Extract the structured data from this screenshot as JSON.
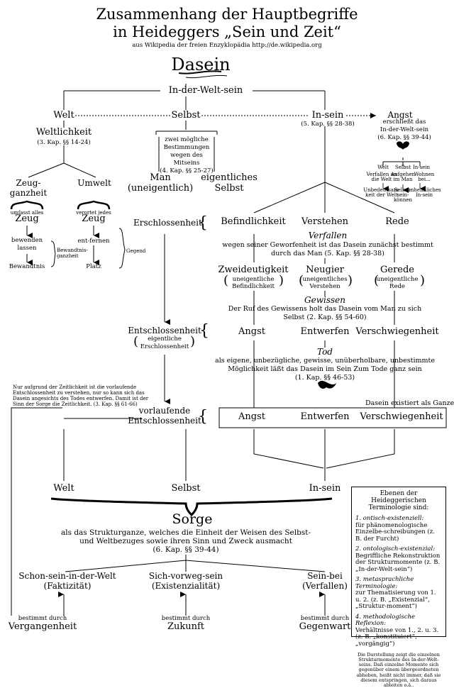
{
  "header": {
    "title_line1": "Zusammenhang der Hauptbegriffe",
    "title_line2": "in Heideggers „Sein und Zeit“",
    "source": "aus Wikipedia der freien Enzyklopädia http://de.wikipedia.org"
  },
  "top": {
    "dasein": "Dasein",
    "in_der_welt_sein": "In-der-Welt-sein"
  },
  "welt_branch": {
    "welt": "Welt",
    "weltlichkeit": "Weltlichkeit",
    "weltlichkeit_ref": "(3. Kap. §§ 14-24)",
    "zeug_ganzheit_1": "Zeug-",
    "zeug_ganzheit_2": "ganzheit",
    "umwelt": "Umwelt",
    "umfasst_alles": "umfasst alles",
    "vortritt_jedes": "verortet jedes",
    "zeug_left": "Zeug",
    "zeug_right": "Zeug",
    "bewenden_1": "bewenden",
    "bewenden_2": "lassen",
    "bewandtnis": "Bewandtnis",
    "bewandtnisganzheit_1": "Bewandtnis-",
    "bewandtnisganzheit_2": "ganzheit",
    "ent_fernen": "ent-fernen",
    "platz": "Platz",
    "gegend": "Gegend"
  },
  "selbst_branch": {
    "selbst": "Selbst",
    "zwei_1": "zwei mögliche",
    "zwei_2": "Bestimmungen",
    "zwei_3": "wegen des",
    "zwei_4": "Mitseins",
    "zwei_ref": "(4. Kap. §§ 25-27)",
    "man": "Man",
    "uneigentlich": "(uneigentlich)",
    "eigentliches": "eigentliches",
    "eigentliches_selbst": "Selbst"
  },
  "insein_branch": {
    "in_sein": "In-sein",
    "in_sein_ref": "(5. Kap. §§ 28-38)",
    "angst": "Angst",
    "angst_1": "erschließt das",
    "angst_2": "In-der-Welt-sein",
    "angst_ref": "(6. Kap. §§ 39-44)",
    "mini_welt": "Welt",
    "mini_selbst": "Selbst",
    "mini_insein": "In-sein",
    "mini_welt_1": "Verfallen an",
    "mini_welt_2": "die Welt",
    "mini_welt_3": "Unbedeutsam-",
    "mini_welt_4": "keit der Welt",
    "mini_selbst_1": "Aufgehen",
    "mini_selbst_2": "im Man",
    "mini_selbst_3": "Selbst-",
    "mini_selbst_4": "sein-",
    "mini_selbst_5": "können",
    "mini_insein_1": "Wohnen",
    "mini_insein_2": "bei...",
    "mini_insein_3": "unheimliches",
    "mini_insein_4": "In-sein"
  },
  "existenzialien": {
    "erschlossenheit": "Erschlossenheit",
    "befindlichkeit": "Befindlichkeit",
    "verstehen": "Verstehen",
    "rede": "Rede",
    "verfallen": "Verfallen",
    "verfallen_1": "wegen seiner Geworfenheit ist das Dasein zunächst bestimmt",
    "verfallen_2": "durch das Man (5. Kap. §§ 28-38)",
    "zweideutigkeit": "Zweideutigkeit",
    "zweideutigkeit_1": "uneigentliche",
    "zweideutigkeit_2": "Befindlichkeit",
    "neugier": "Neugier",
    "neugier_1": "uneigentliches",
    "neugier_2": "Verstehen",
    "gerede": "Gerede",
    "gerede_1": "uneigentliche",
    "gerede_2": "Rede",
    "gewissen": "Gewissen",
    "gewissen_1": "Der Ruf des Gewissens holt das Dasein vom Man zu sich",
    "gewissen_2": "Selbst (2. Kap. §§ 54-60)",
    "entschlossenheit": "Entschlossenheit",
    "entschlossenheit_1": "eigentliche",
    "entschlossenheit_2": "Erschlossenheit",
    "angst": "Angst",
    "entwerfen": "Entwerfen",
    "verschwiegenheit": "Verschwiegenheit",
    "tod": "Tod",
    "tod_1": "als eigene, unbezügliche, gewisse, unüberholbare,  unbestimmte",
    "tod_2": "Möglichkeit läßt das Dasein im Sein Zum Tode ganz sein",
    "tod_3": "(1. Kap. §§ 46-53)",
    "vorlaufende_1": "vorlaufende",
    "vorlaufende_2": "Entschlossenheit",
    "ganzes": "Dasein existiert als Ganzes",
    "box_angst": "Angst",
    "box_entwerfen": "Entwerfen",
    "box_verschwiegenheit": "Verschwiegenheit",
    "zeitlichkeit_1": "Nur aufgrund der Zeitlichkeit ist die vorlaufende",
    "zeitlichkeit_2": "Entschlossenheit zu verstehen, nur so kann sich das",
    "zeitlichkeit_3": "Dasein angesichts des Todes entwerfen. Damit ist der",
    "zeitlichkeit_4": "Sinn der Sorge die Zeitlichkeit. (3. Kap. §§ 61-66)"
  },
  "sorge": {
    "welt": "Welt",
    "selbst": "Selbst",
    "in_sein": "In-sein",
    "sorge": "Sorge",
    "desc_1": "als das Strukturganze, welches die Einheit der Weisen des Selbst-",
    "desc_2": "und Weltbezuges sowie ihren Sinn und Zweck ausmacht",
    "desc_3": "(6. Kap. §§ 39-44)",
    "schon_sein": "Schon-sein-in-der-Welt",
    "faktizitaet": "(Faktizität)",
    "sich_vorweg": "Sich-vorweg-sein",
    "existenzialitaet": "(Existenzialität)",
    "sein_bei": "Sein-bei",
    "verfallen": "(Verfallen)",
    "bestimmt_1": "bestimmt durch",
    "vergangenheit": "Vergangenheit",
    "bestimmt_2": "bestimmt durch",
    "zukunft": "Zukunft",
    "bestimmt_3": "bestimmt durch",
    "gegenwart": "Gegenwart"
  },
  "legend": {
    "title": "Ebenen der Heideggerischen Terminologie sind:",
    "e1_label": "1. ontisch-existenziell:",
    "e1_text": "für phänomenologische Einzelbe-schreibungen (z. B. der Furcht)",
    "e2_label": "2. ontologisch-existenzial:",
    "e2_text": "Begriffliche Rekonstruktion der Strukturmomente (z. B. „In-der-Welt-sein“)",
    "e3_label": "3. metasprachliche Terminologie:",
    "e3_text": "zur Thematisierung von 1. u. 2. (z. B. „Existenzial“, „Struktur-moment“)",
    "e4_label": "4. methodologische Reflexion:",
    "e4_text": "Verhältnisse von 1., 2. u. 3. (z. B. „konstituiert“, „vorgängig“)",
    "note": "Die Darstellung zeigt die einzelnen Strukturmomente des In-der-Welt-seins. Daß einzelne Momente sich gegenüber einem übergeordneten abheben, heißt nicht immer, daß sie diesem entspringen, sich daraus ableiten o.ä.."
  }
}
